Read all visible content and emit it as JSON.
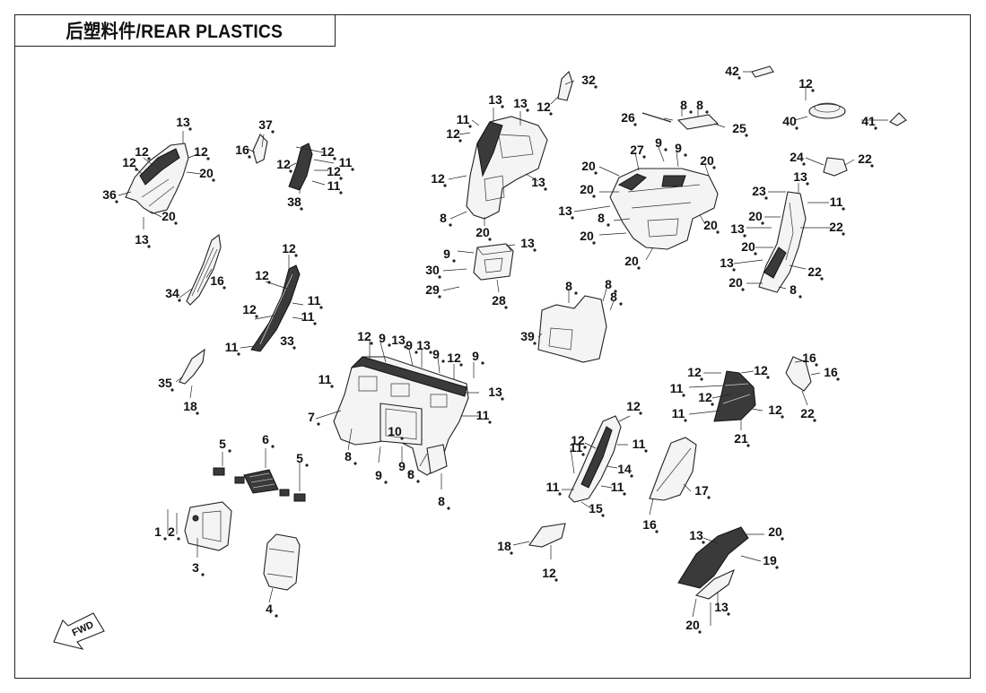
{
  "title": "后塑料件/REAR PLASTICS",
  "fwd_arrow_text": "FWD",
  "labels": [
    {
      "text": "1"
    },
    {
      "text": "2"
    },
    {
      "text": "3"
    },
    {
      "text": "4"
    },
    {
      "text": "5"
    },
    {
      "text": "5"
    },
    {
      "text": "6"
    },
    {
      "text": "7"
    },
    {
      "text": "8"
    },
    {
      "text": "8"
    },
    {
      "text": "8"
    },
    {
      "text": "9"
    },
    {
      "text": "9"
    },
    {
      "text": "10"
    },
    {
      "text": "9"
    },
    {
      "text": "13"
    },
    {
      "text": "9"
    },
    {
      "text": "13"
    },
    {
      "text": "9"
    },
    {
      "text": "12"
    },
    {
      "text": "9"
    },
    {
      "text": "12"
    },
    {
      "text": "11"
    },
    {
      "text": "13"
    },
    {
      "text": "11"
    },
    {
      "text": "12"
    },
    {
      "text": "12"
    },
    {
      "text": "12"
    },
    {
      "text": "11"
    },
    {
      "text": "11"
    },
    {
      "text": "11"
    },
    {
      "text": "33"
    },
    {
      "text": "34"
    },
    {
      "text": "16"
    },
    {
      "text": "35"
    },
    {
      "text": "18"
    },
    {
      "text": "13"
    },
    {
      "text": "12"
    },
    {
      "text": "12"
    },
    {
      "text": "12"
    },
    {
      "text": "20"
    },
    {
      "text": "36"
    },
    {
      "text": "20"
    },
    {
      "text": "13"
    },
    {
      "text": "37"
    },
    {
      "text": "16"
    },
    {
      "text": "12"
    },
    {
      "text": "12"
    },
    {
      "text": "11"
    },
    {
      "text": "12"
    },
    {
      "text": "11"
    },
    {
      "text": "38"
    },
    {
      "text": "13"
    },
    {
      "text": "13"
    },
    {
      "text": "11"
    },
    {
      "text": "12"
    },
    {
      "text": "12"
    },
    {
      "text": "13"
    },
    {
      "text": "8"
    },
    {
      "text": "20"
    },
    {
      "text": "32"
    },
    {
      "text": "12"
    },
    {
      "text": "9"
    },
    {
      "text": "13"
    },
    {
      "text": "30"
    },
    {
      "text": "29"
    },
    {
      "text": "28"
    },
    {
      "text": "8"
    },
    {
      "text": "8"
    },
    {
      "text": "8"
    },
    {
      "text": "39"
    },
    {
      "text": "26"
    },
    {
      "text": "8"
    },
    {
      "text": "8"
    },
    {
      "text": "25"
    },
    {
      "text": "20"
    },
    {
      "text": "27"
    },
    {
      "text": "9"
    },
    {
      "text": "9"
    },
    {
      "text": "20"
    },
    {
      "text": "20"
    },
    {
      "text": "13"
    },
    {
      "text": "8"
    },
    {
      "text": "20"
    },
    {
      "text": "20"
    },
    {
      "text": "20"
    },
    {
      "text": "42"
    },
    {
      "text": "12"
    },
    {
      "text": "40"
    },
    {
      "text": "41"
    },
    {
      "text": "24"
    },
    {
      "text": "22"
    },
    {
      "text": "23"
    },
    {
      "text": "13"
    },
    {
      "text": "11"
    },
    {
      "text": "20"
    },
    {
      "text": "22"
    },
    {
      "text": "13"
    },
    {
      "text": "20"
    },
    {
      "text": "13"
    },
    {
      "text": "22"
    },
    {
      "text": "20"
    },
    {
      "text": "8"
    },
    {
      "text": "12"
    },
    {
      "text": "12"
    },
    {
      "text": "11"
    },
    {
      "text": "12"
    },
    {
      "text": "11"
    },
    {
      "text": "12"
    },
    {
      "text": "21"
    },
    {
      "text": "16"
    },
    {
      "text": "16"
    },
    {
      "text": "22"
    },
    {
      "text": "12"
    },
    {
      "text": "12"
    },
    {
      "text": "11"
    },
    {
      "text": "11"
    },
    {
      "text": "14"
    },
    {
      "text": "11"
    },
    {
      "text": "11"
    },
    {
      "text": "15"
    },
    {
      "text": "16"
    },
    {
      "text": "17"
    },
    {
      "text": "18"
    },
    {
      "text": "12"
    },
    {
      "text": "13"
    },
    {
      "text": "20"
    },
    {
      "text": "19"
    },
    {
      "text": "13"
    },
    {
      "text": "20"
    }
  ]
}
